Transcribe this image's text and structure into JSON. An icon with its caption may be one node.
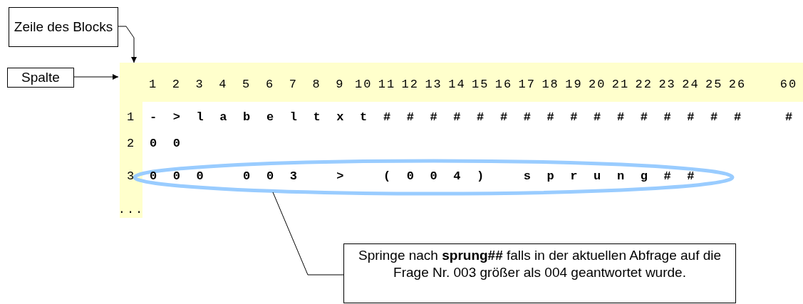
{
  "diagram": {
    "nodes": [
      {
        "text": [
          "Zeile des Blocks"
        ]
      },
      {
        "text": [
          "Spalte"
        ]
      },
      {
        "text": [],
        "shape": "bar"
      },
      {
        "text": [],
        "shape": "bar"
      },
      {
        "text": [],
        "shape": "ellipse"
      },
      {
        "text": [
          "Springe nach **sprung##** falls in der aktuellen Abfrage auf die Frage Nr. 003 größer als 004 geantwortet wurde."
        ]
      }
    ],
    "edges": [
      {
        "from": 0,
        "to": 2,
        "arrow": "to"
      },
      {
        "from": 1,
        "to": 3,
        "arrow": "to"
      },
      {
        "from": 5,
        "to": 4,
        "arrow": "none"
      }
    ],
    "labels": [
      "1",
      "2",
      "3",
      "4",
      "5",
      "6",
      "7",
      "8",
      "9",
      "10",
      "11",
      "12",
      "13",
      "14",
      "15",
      "16",
      "17",
      "18",
      "19",
      "20",
      "21",
      "22",
      "23",
      "24",
      "25",
      "26",
      "60",
      "1",
      "-",
      ">",
      "l",
      "a",
      "b",
      "e",
      "l",
      "t",
      "x",
      "t",
      "#",
      "#",
      "#",
      "#",
      "#",
      "#",
      "#",
      "#",
      "#",
      "#",
      "#",
      "#",
      "#",
      "#",
      "#",
      "#",
      "#",
      "2",
      "0",
      "0",
      "3",
      "0",
      "0",
      "0",
      "0",
      "0",
      "3",
      ">",
      "(",
      "0",
      "0",
      "4",
      ")",
      "s",
      "p",
      "r",
      "u",
      "n",
      "g",
      "#",
      "#",
      "..."
    ]
  }
}
